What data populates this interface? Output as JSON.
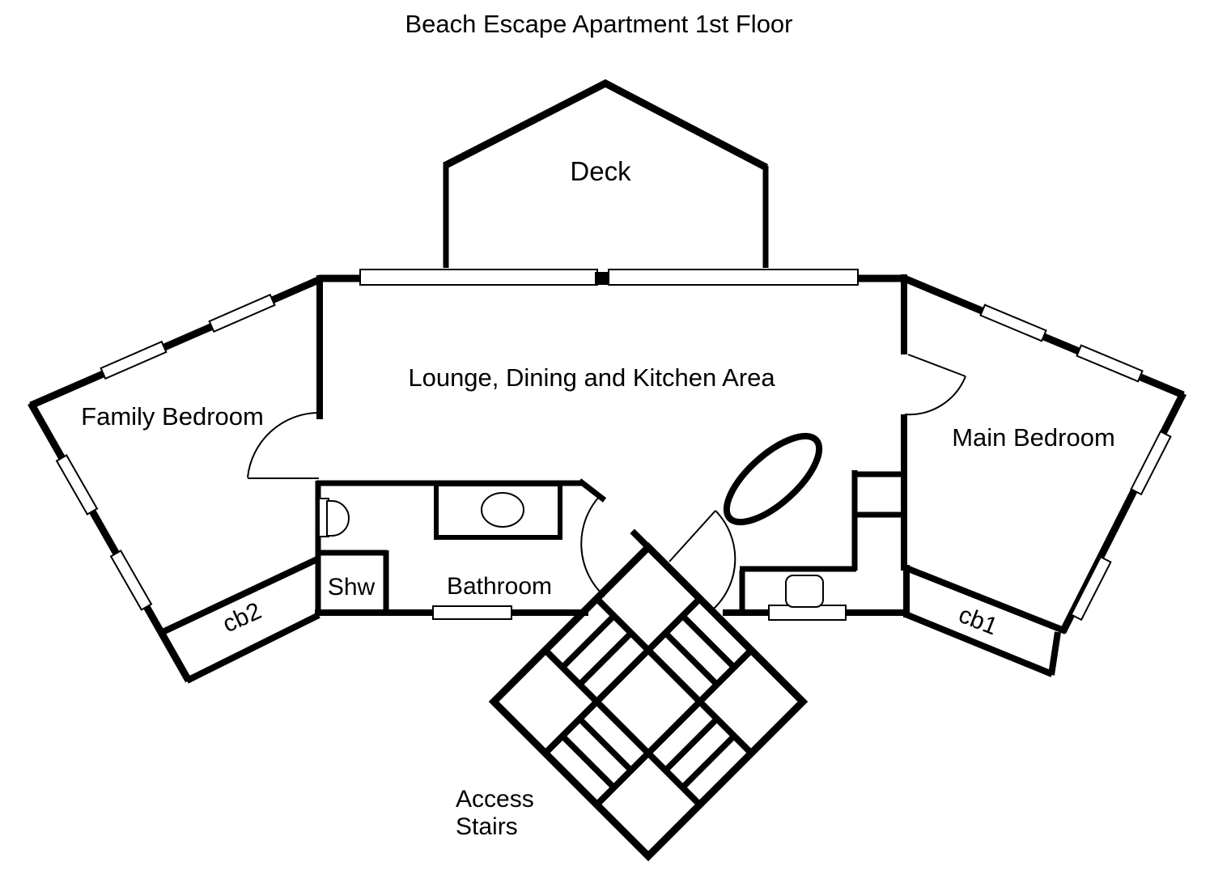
{
  "title": "Beach Escape Apartment 1st Floor",
  "colors": {
    "line": "#000000",
    "background": "#ffffff"
  },
  "rooms": {
    "deck": {
      "label": "Deck"
    },
    "lounge": {
      "label": "Lounge, Dining and Kitchen Area"
    },
    "family_bedroom": {
      "label": "Family Bedroom"
    },
    "main_bedroom": {
      "label": "Main Bedroom"
    },
    "bathroom": {
      "label": "Bathroom"
    },
    "shower": {
      "label": "Shw"
    },
    "cupboard1": {
      "label": "cb1"
    },
    "cupboard2": {
      "label": "cb2"
    },
    "stairs": {
      "label_line1": "Access",
      "label_line2": "Stairs"
    }
  }
}
